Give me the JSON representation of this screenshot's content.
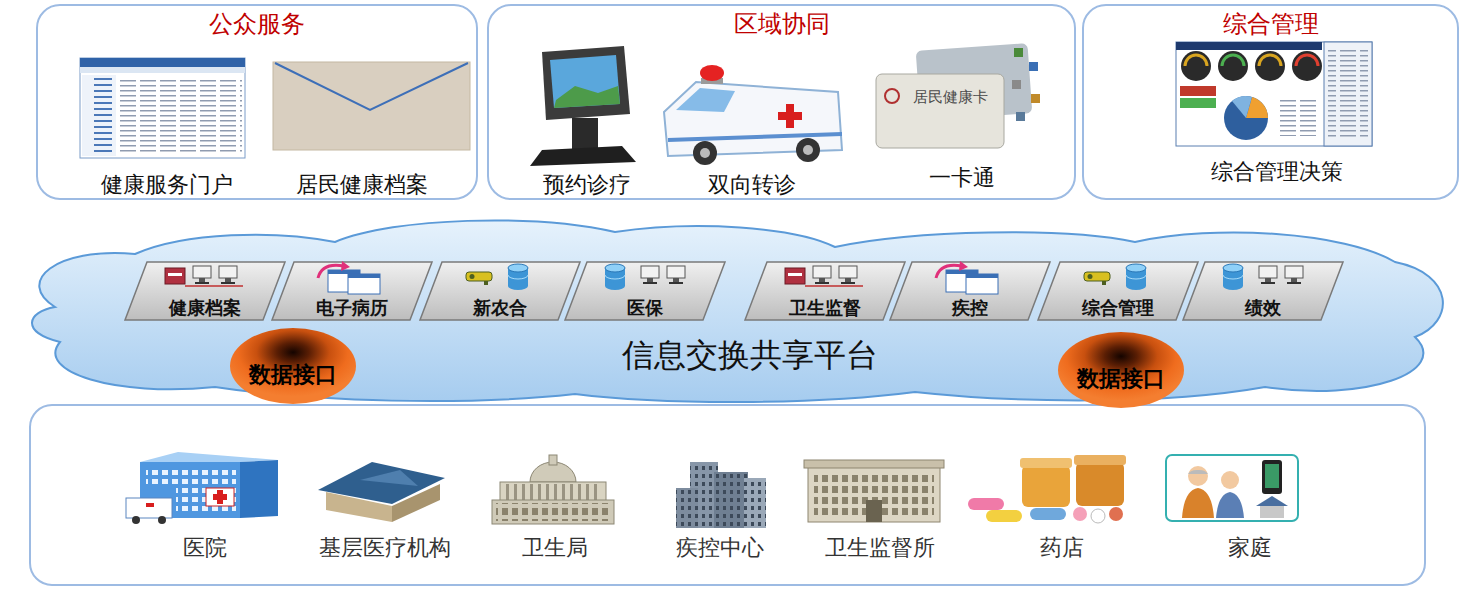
{
  "diagram": {
    "nodes": [
      {
        "text": [
          "公众服务"
        ]
      },
      {
        "text": [
          "健康服务门户"
        ],
        "in": 0
      },
      {
        "text": [
          "居民健康档案"
        ],
        "in": 0
      },
      {
        "text": [
          "区域协同"
        ]
      },
      {
        "text": [
          "预约诊疗"
        ],
        "in": 3
      },
      {
        "text": [
          "双向转诊"
        ],
        "in": 3
      },
      {
        "text": [
          "一卡通"
        ],
        "in": 3
      },
      {
        "text": [
          "综合管理"
        ]
      },
      {
        "text": [
          "综合管理决策"
        ],
        "in": 7
      },
      {
        "text": [
          "信息交换共享平台"
        ]
      },
      {
        "text": [
          "健康档案"
        ],
        "in": 9
      },
      {
        "text": [
          "电子病历"
        ],
        "in": 9
      },
      {
        "text": [
          "新农合"
        ],
        "in": 9
      },
      {
        "text": [
          "医保"
        ],
        "in": 9
      },
      {
        "text": [
          "卫生监督"
        ],
        "in": 9
      },
      {
        "text": [
          "疾控"
        ],
        "in": 9
      },
      {
        "text": [
          "综合管理"
        ],
        "in": 9
      },
      {
        "text": [
          "绩效"
        ],
        "in": 9
      },
      {
        "text": [
          "数据接口"
        ],
        "in": 9
      },
      {
        "text": [
          "数据接口"
        ],
        "in": 9
      },
      {
        "text": [
          "医院"
        ]
      },
      {
        "text": [
          "基层医疗机构"
        ]
      },
      {
        "text": [
          "卫生局"
        ]
      },
      {
        "text": [
          "疾控中心"
        ]
      },
      {
        "text": [
          "卫生监督所"
        ]
      },
      {
        "text": [
          "药店"
        ]
      },
      {
        "text": [
          "家庭"
        ]
      }
    ],
    "labels": [
      "居民健康卡"
    ]
  }
}
